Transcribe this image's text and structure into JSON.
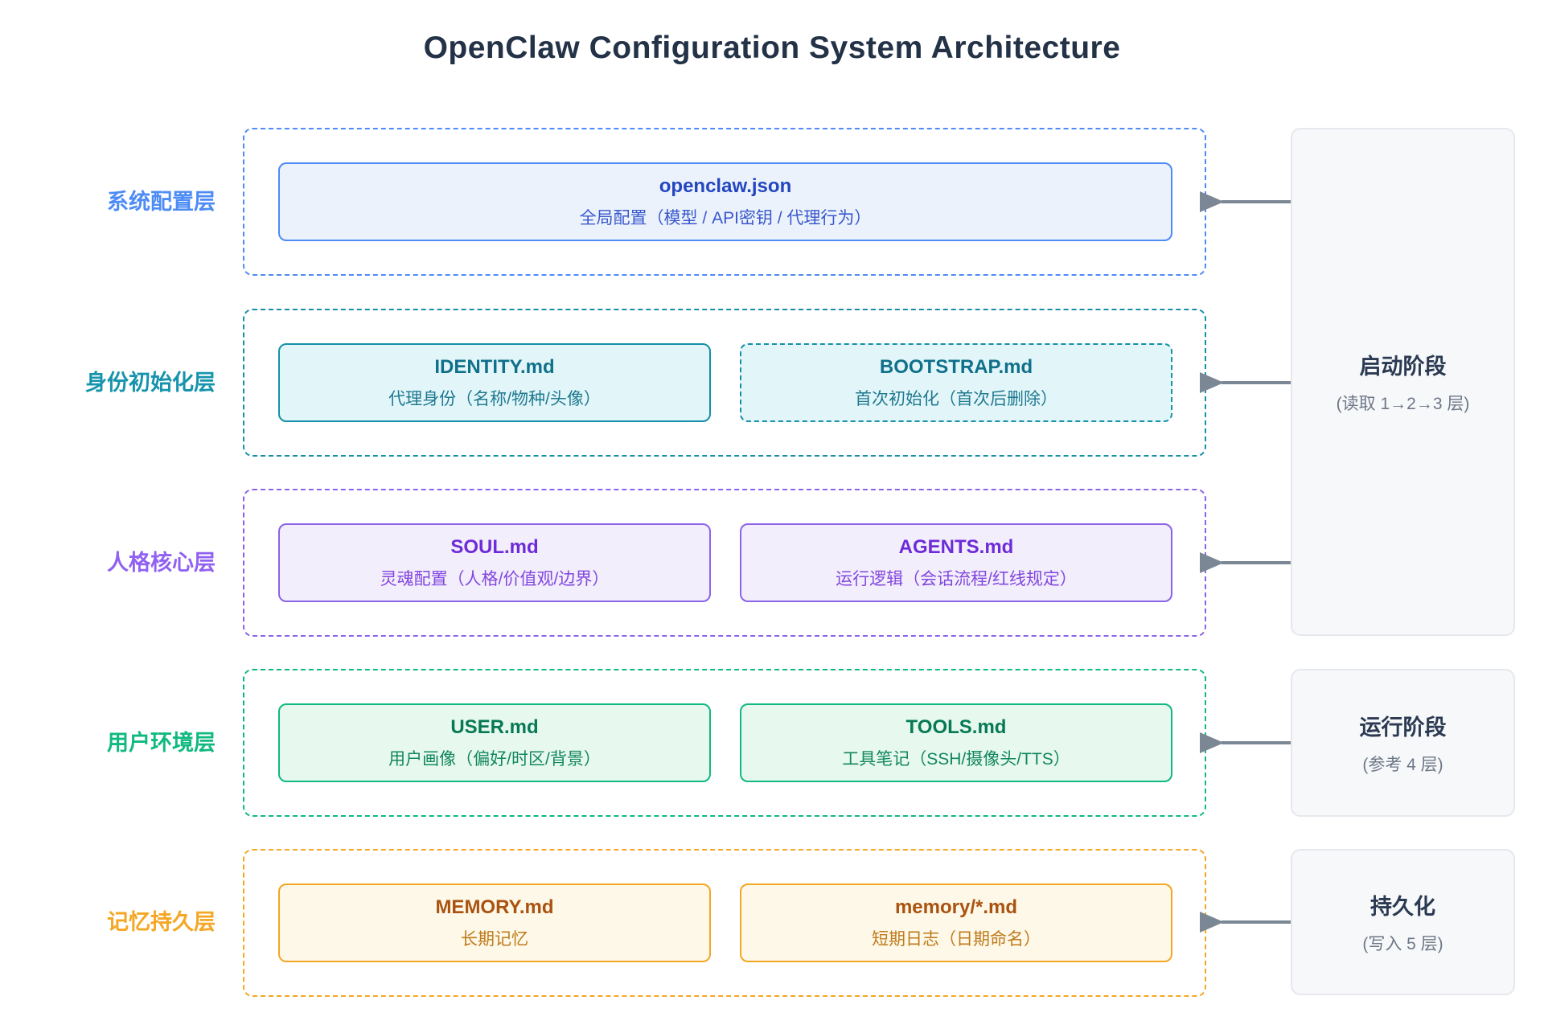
{
  "title": "OpenClaw Configuration System Architecture",
  "colors": {
    "title_text": "#233247",
    "arrow": "#7b8794",
    "phase_fill": "#f7f8fa",
    "phase_border": "#e6e8ee",
    "phase_title_text": "#2b3a52",
    "phase_sub_text": "#6e7787",
    "layer_accents": {
      "system": "#4d8bf5",
      "identity": "#1590a8",
      "persona": "#8b63e9",
      "user_env": "#10b981",
      "memory": "#f5a623"
    }
  },
  "layers": [
    {
      "label": "系统配置层",
      "boxes": [
        {
          "title": "openclaw.json",
          "subtitle": "全局配置（模型 / API密钥 / 代理行为）"
        }
      ]
    },
    {
      "label": "身份初始化层",
      "boxes": [
        {
          "title": "IDENTITY.md",
          "subtitle": "代理身份（名称/物种/头像）"
        },
        {
          "title": "BOOTSTRAP.md",
          "subtitle": "首次初始化（首次后删除）"
        }
      ]
    },
    {
      "label": "人格核心层",
      "boxes": [
        {
          "title": "SOUL.md",
          "subtitle": "灵魂配置（人格/价值观/边界）"
        },
        {
          "title": "AGENTS.md",
          "subtitle": "运行逻辑（会话流程/红线规定）"
        }
      ]
    },
    {
      "label": "用户环境层",
      "boxes": [
        {
          "title": "USER.md",
          "subtitle": "用户画像（偏好/时区/背景）"
        },
        {
          "title": "TOOLS.md",
          "subtitle": "工具笔记（SSH/摄像头/TTS）"
        }
      ]
    },
    {
      "label": "记忆持久层",
      "boxes": [
        {
          "title": "MEMORY.md",
          "subtitle": "长期记忆"
        },
        {
          "title": "memory/*.md",
          "subtitle": "短期日志（日期命名）"
        }
      ]
    }
  ],
  "phases": [
    {
      "title": "启动阶段",
      "subtitle": "(读取 1→2→3 层)"
    },
    {
      "title": "运行阶段",
      "subtitle": "(参考 4 层)"
    },
    {
      "title": "持久化",
      "subtitle": "(写入 5 层)"
    }
  ]
}
